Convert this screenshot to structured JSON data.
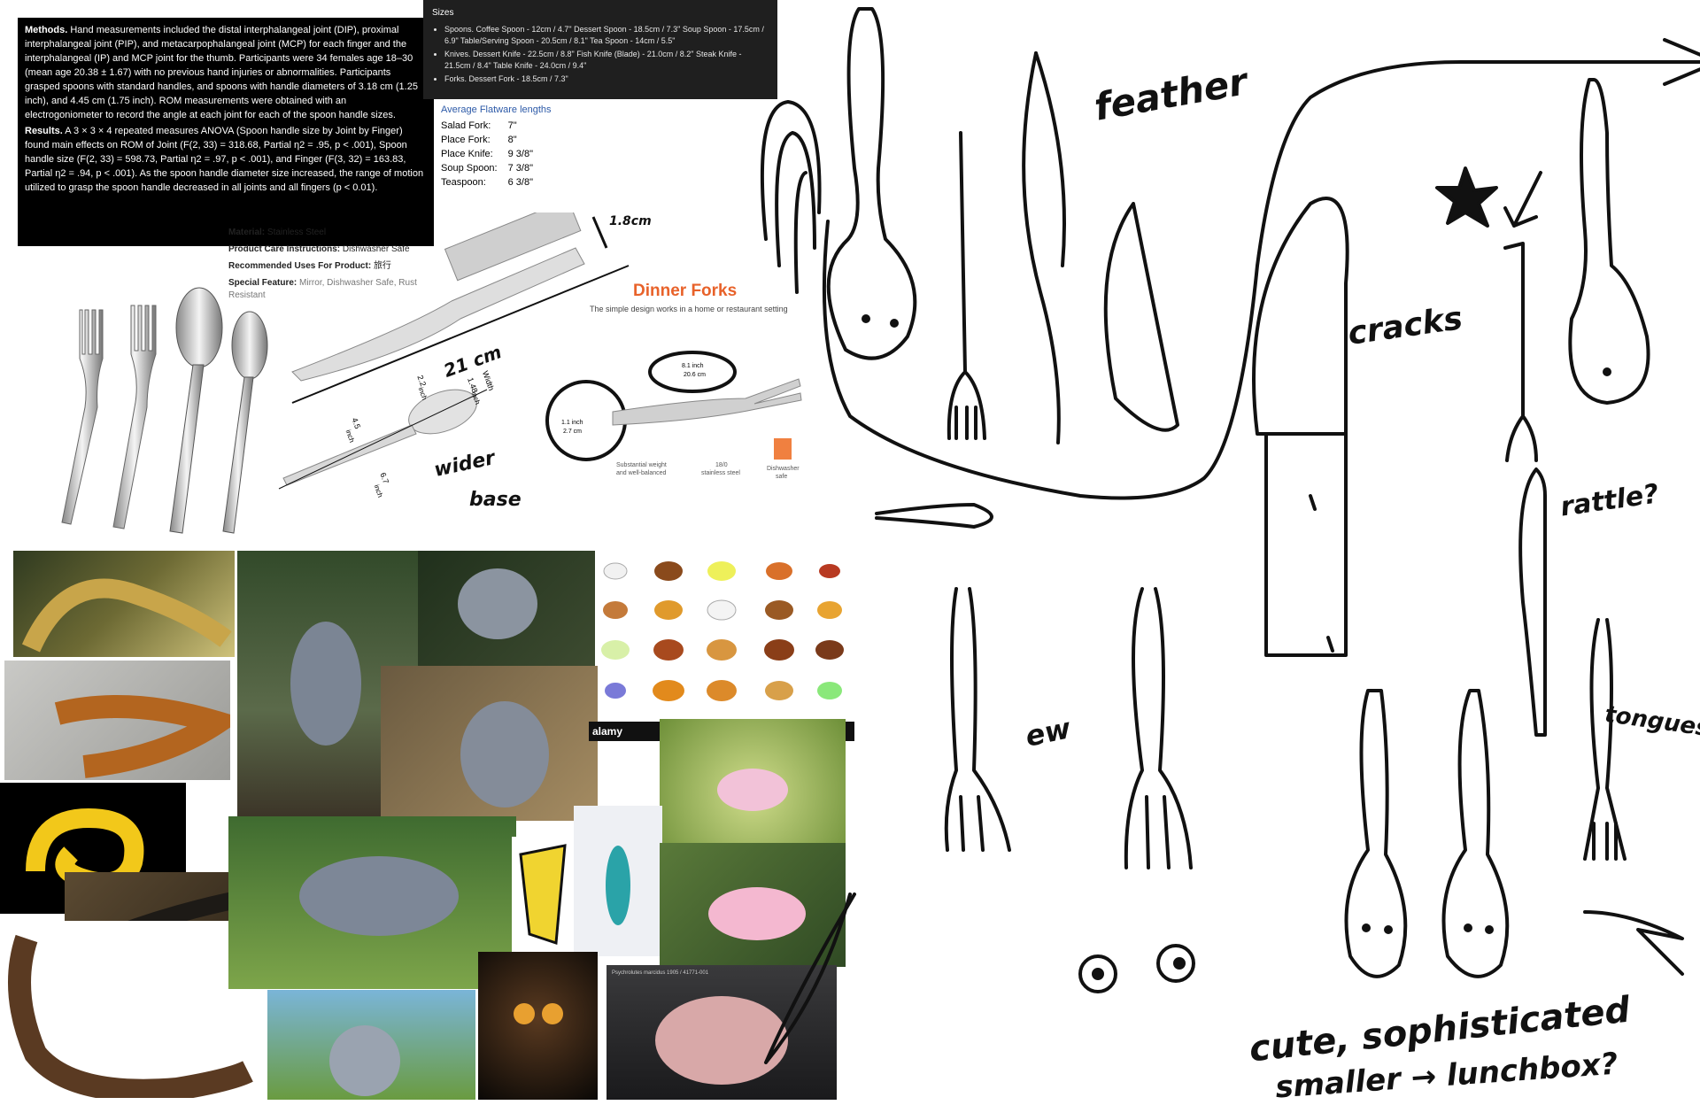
{
  "methods": {
    "methods_label": "Methods.",
    "methods_text": "Hand measurements included the distal interphalangeal joint (DIP), proximal interphalangeal joint (PIP), and metacarpophalangeal joint (MCP) for each finger and the interphalangeal (IP) and MCP joint for the thumb. Participants were 34 females age 18–30 (mean age 20.38 ± 1.67) with no previous hand injuries or abnormalities. Participants grasped spoons with standard handles, and spoons with handle diameters of 3.18 cm (1.25 inch), and 4.45 cm (1.75 inch). ROM measurements were obtained with an electrogoniometer to record the angle at each joint for each of the spoon handle sizes.",
    "results_label": "Results.",
    "results_text": "A 3 × 3 × 4 repeated measures ANOVA (Spoon handle size by Joint by Finger) found main effects on ROM of Joint (F(2, 33) = 318.68, Partial η2 = .95, p < .001), Spoon handle size (F(2, 33) = 598.73, Partial η2 = .97, p < .001), and Finger (F(3, 32) = 163.83, Partial η2 = .94, p < .001). As the spoon handle diameter size increased, the range of motion utilized to grasp the spoon handle decreased in all joints and all fingers (p < 0.01)."
  },
  "sizes": {
    "title": "Sizes",
    "items": [
      "Spoons. Coffee Spoon - 12cm / 4.7\" Dessert Spoon - 18.5cm / 7.3\" Soup Spoon - 17.5cm / 6.9\" Table/Serving Spoon - 20.5cm / 8.1\" Tea Spoon - 14cm / 5.5\"",
      "Knives. Dessert Knife - 22.5cm / 8.8\" Fish Knife (Blade) - 21.0cm / 8.2\" Steak Knife - 21.5cm / 8.4\" Table Knife - 24.0cm / 9.4\"",
      "Forks. Dessert Fork - 18.5cm / 7.3\""
    ]
  },
  "flatware": {
    "title": "Average Flatware lengths",
    "rows": [
      {
        "name": "Salad Fork:",
        "value": "7\""
      },
      {
        "name": "Place Fork:",
        "value": "8\""
      },
      {
        "name": "Place Knife:",
        "value": "9 3/8\""
      },
      {
        "name": "Soup Spoon:",
        "value": "7 3/8\""
      },
      {
        "name": "Teaspoon:",
        "value": "6 3/8\""
      }
    ]
  },
  "product": {
    "material_label": "Material:",
    "material_value": "Stainless Steel",
    "care_label": "Product Care Instructions:",
    "care_value": "Dishwasher Safe",
    "uses_label": "Recommended Uses For Product:",
    "uses_value": "旅行",
    "feature_label": "Special Feature:",
    "feature_value": "Mirror, Dishwasher Safe, Rust Resistant"
  },
  "dims": {
    "knife_w": "1.8cm",
    "knife_l": "21 cm",
    "w1": "2.2",
    "w1u": "inch",
    "w2": "Width",
    "w3": "1.48",
    "w3u": "inch",
    "bowl": "4.5",
    "bowlu": "inch",
    "total": "6.7",
    "totalu": "inch"
  },
  "dinner": {
    "title": "Dinner Forks",
    "subtitle": "The simple design works in a home or restaurant setting",
    "len": "8.1 inch",
    "len_cm": "20.6 cm",
    "dia": "1.1 inch",
    "dia_cm": "2.7 cm",
    "f1": "Substantial weight",
    "f1b": "and well-balanced",
    "f2": "18/0",
    "f2b": "stainless steel",
    "f3": "Dishwasher",
    "f3b": "safe"
  },
  "alamy": "alamy",
  "blobfish_caption": "Psychrolutes marcidus  1905 / 41771-001",
  "handwriting": {
    "feather": "feather",
    "cracks": "cracks",
    "rattle": "rattle?",
    "tongues": "tongues",
    "ew": "ew",
    "wider": "wider",
    "base": "base",
    "cute_line1": "cute, sophisticated",
    "cute_line2": "smaller → lunchbox?"
  },
  "colors": {
    "orange": "#e8622a",
    "blue_link": "#2d5aa8",
    "ink": "#111111"
  }
}
